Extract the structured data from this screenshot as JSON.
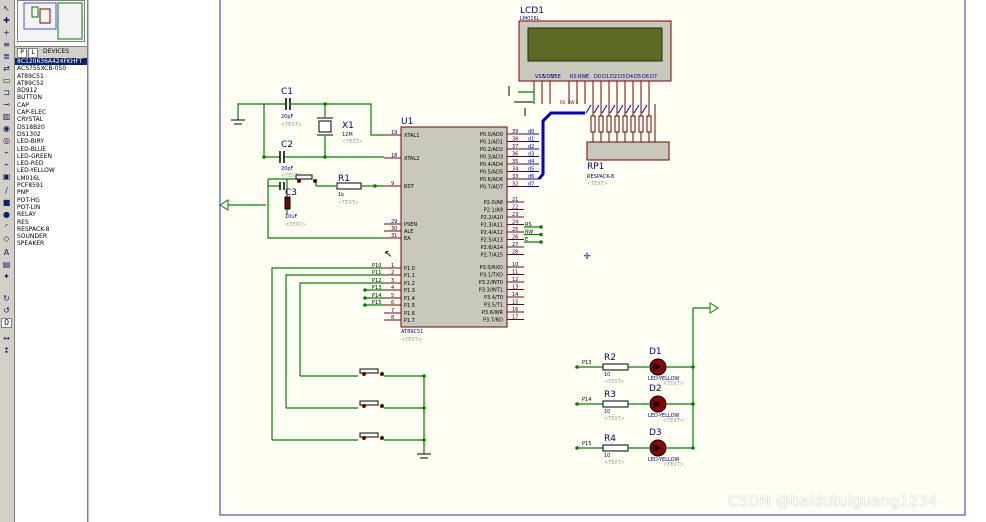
{
  "devices_panel": {
    "tab_p": "P",
    "tab_l": "L",
    "title": "DEVICES",
    "items": [
      "8C120636A424FKHFT",
      "ACS755XCB-050",
      "AT89C51",
      "AT89C52",
      "BD912",
      "BUTTON",
      "CAP",
      "CAP-ELEC",
      "CRYSTAL",
      "DS18B20",
      "DS1302",
      "LED-BIRY",
      "LED-BLUE",
      "LED-GREEN",
      "LED-RED",
      "LED-YELLOW",
      "LM016L",
      "PCF8591",
      "PNP",
      "POT-HG",
      "POT-LIN",
      "RELAY",
      "RES",
      "RESPACK-8",
      "SOUNDER",
      "SPEAKER"
    ],
    "selected": "8C120636A424FKHFT"
  },
  "watermark": "CSDN @baidutuiguang1234",
  "schematic": {
    "text_placeholder": "<TEXT>",
    "lcd": {
      "ref": "LCD1",
      "part": "LM016L",
      "pins": [
        "VSS",
        "VDD",
        "VEE",
        "RS",
        "RW",
        "E",
        "D0",
        "D1",
        "D2",
        "D3",
        "D4",
        "D5",
        "D6",
        "D7"
      ]
    },
    "mcu": {
      "ref": "U1",
      "part": "AT89C51",
      "left_pins": [
        [
          "19",
          "XTAL1"
        ],
        [
          "18",
          "XTAL2"
        ],
        [
          "9",
          "RST"
        ],
        [
          "29",
          "PSEN"
        ],
        [
          "30",
          "ALE"
        ],
        [
          "31",
          "EA"
        ],
        [
          "1",
          "P1.0"
        ],
        [
          "2",
          "P1.1"
        ],
        [
          "3",
          "P1.2"
        ],
        [
          "4",
          "P1.3"
        ],
        [
          "5",
          "P1.4"
        ],
        [
          "6",
          "P1.5"
        ],
        [
          "7",
          "P1.6"
        ],
        [
          "8",
          "P1.7"
        ]
      ],
      "right_pins_p0": [
        [
          "39",
          "P0.0/AD0"
        ],
        [
          "38",
          "P0.1/AD1"
        ],
        [
          "37",
          "P0.2/AD2"
        ],
        [
          "36",
          "P0.3/AD3"
        ],
        [
          "35",
          "P0.4/AD4"
        ],
        [
          "34",
          "P0.5/AD5"
        ],
        [
          "33",
          "P0.6/AD6"
        ],
        [
          "32",
          "P0.7/AD7"
        ]
      ],
      "right_pins_p2": [
        [
          "21",
          "P2.0/A8"
        ],
        [
          "22",
          "P2.1/A9"
        ],
        [
          "23",
          "P2.2/A10"
        ],
        [
          "24",
          "P2.3/A11"
        ],
        [
          "25",
          "P2.4/A12"
        ],
        [
          "26",
          "P2.5/A13"
        ],
        [
          "27",
          "P2.6/A14"
        ],
        [
          "28",
          "P2.7/A15"
        ]
      ],
      "right_pins_p3": [
        [
          "10",
          "P3.0/RXD"
        ],
        [
          "11",
          "P3.1/TXD"
        ],
        [
          "12",
          "P3.2/INT0"
        ],
        [
          "13",
          "P3.3/INT1"
        ],
        [
          "14",
          "P3.4/T0"
        ],
        [
          "15",
          "P3.5/T1"
        ],
        [
          "16",
          "P3.6/WR"
        ],
        [
          "17",
          "P3.7/RD"
        ]
      ],
      "d_labels": [
        "d0",
        "d1",
        "d2",
        "d3",
        "d4",
        "d5",
        "d6",
        "d7"
      ],
      "ctrl_labels": [
        "RS",
        "RW",
        "E"
      ],
      "p1_labels": [
        "P10",
        "P11",
        "P12",
        "P13",
        "P14",
        "P15"
      ]
    },
    "c1": {
      "ref": "C1",
      "value": "20pF"
    },
    "c2": {
      "ref": "C2",
      "value": "20pF"
    },
    "c3": {
      "ref": "C3",
      "value": "10uF"
    },
    "x1": {
      "ref": "X1",
      "value": "12M"
    },
    "r1": {
      "ref": "R1",
      "value": "1k"
    },
    "rp1": {
      "ref": "RP1",
      "part": "RESPACK-8"
    },
    "led_rows": [
      {
        "net": "P13",
        "res_ref": "R2",
        "res_val": "10",
        "led_ref": "D1",
        "led_part": "LED-YELLOW"
      },
      {
        "net": "P14",
        "res_ref": "R3",
        "res_val": "10",
        "led_ref": "D2",
        "led_part": "LED-YELLOW"
      },
      {
        "net": "P15",
        "res_ref": "R4",
        "res_val": "10",
        "led_ref": "D3",
        "led_part": "LED-YELLOW"
      }
    ]
  },
  "colors": {
    "wire": "#008000",
    "body": "#c8c8bc",
    "outline": "#7a0000",
    "text": "#000080",
    "bus": "#0000cc",
    "led": "#8b0000",
    "sheet_bg": "#fffff4",
    "sheet_border": "#5050c8"
  }
}
